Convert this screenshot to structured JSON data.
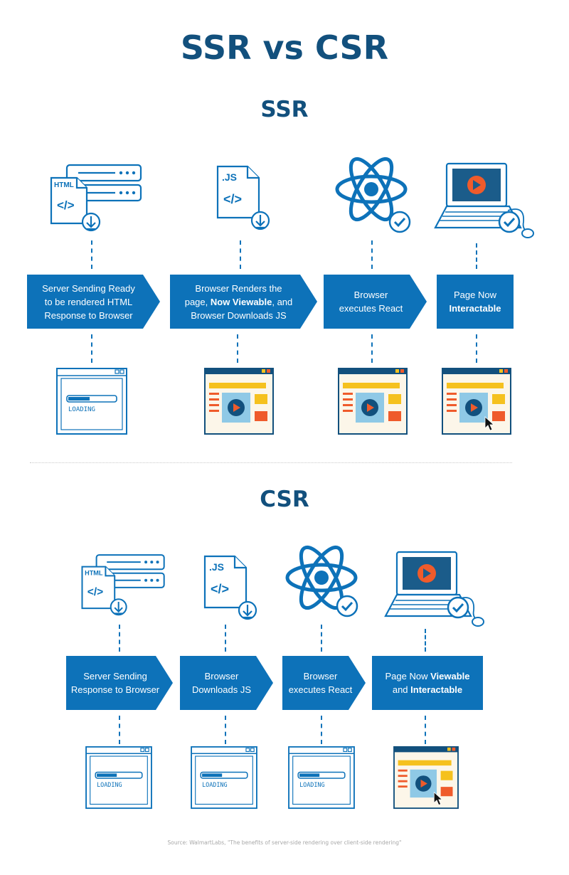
{
  "title": "SSR vs CSR",
  "ssr": {
    "heading": "SSR",
    "steps": [
      {
        "lines": "Server Sending Ready\nto be rendered HTML\nResponse to Browser"
      },
      {
        "pre": "Browser Renders the\npage, ",
        "bold": "Now Viewable",
        "post": ", and\nBrowser Downloads JS"
      },
      {
        "lines": "Browser\nexecutes React"
      },
      {
        "pre": "Page Now\n",
        "bold": "Interactable",
        "post": ""
      }
    ],
    "icons": {
      "html_label": "HTML",
      "js_label": ".JS",
      "code_label": "</>"
    },
    "loading_label": "LOADING"
  },
  "csr": {
    "heading": "CSR",
    "steps": [
      {
        "lines": "Server Sending\nResponse to Browser"
      },
      {
        "lines": "Browser\nDownloads JS"
      },
      {
        "lines": "Browser\nexecutes React"
      },
      {
        "pre": "Page Now ",
        "bold": "Viewable",
        "post": "\nand ",
        "bold2": "Interactable"
      }
    ],
    "loading_label": "LOADING"
  },
  "source": "Source: WalmartLabs, \"The benefits of server-side rendering over client-side rendering\"",
  "colors": {
    "blue": "#0d72b9",
    "navy": "#12507d",
    "yellow": "#f5c11e",
    "orange": "#ef5b2b",
    "lightblue": "#8fc9e6",
    "cream": "#fcf6e9"
  }
}
